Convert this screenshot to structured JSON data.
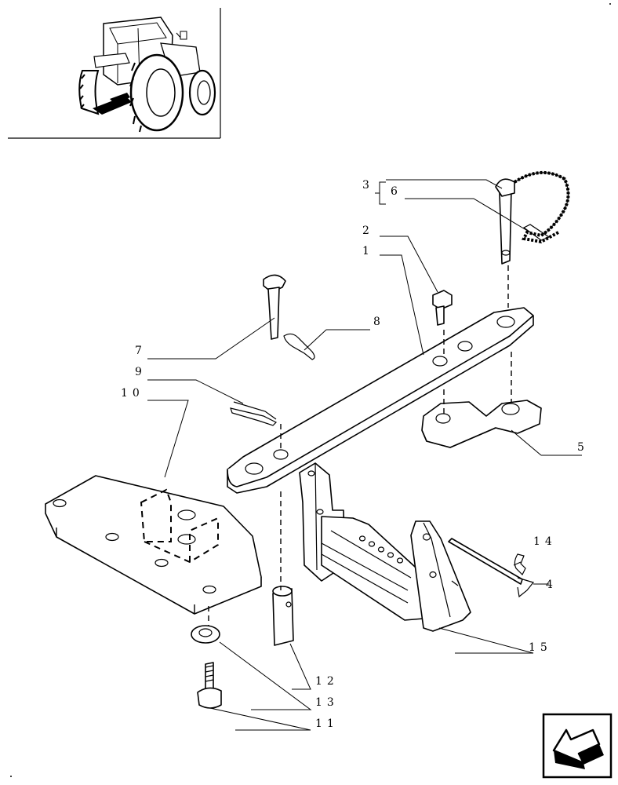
{
  "labels": {
    "l1": "1",
    "l2": "2",
    "l3": "3",
    "l4": "4",
    "l5": "5",
    "l6": "6",
    "l7": "7",
    "l8": "8",
    "l9": "9",
    "l10": "10",
    "l11": "11",
    "l12": "12",
    "l13": "13",
    "l14": "14",
    "l15": "15"
  },
  "icons": {
    "tractor": "tractor-thumbnail-icon",
    "nav": "previous-page-arrow-icon"
  }
}
